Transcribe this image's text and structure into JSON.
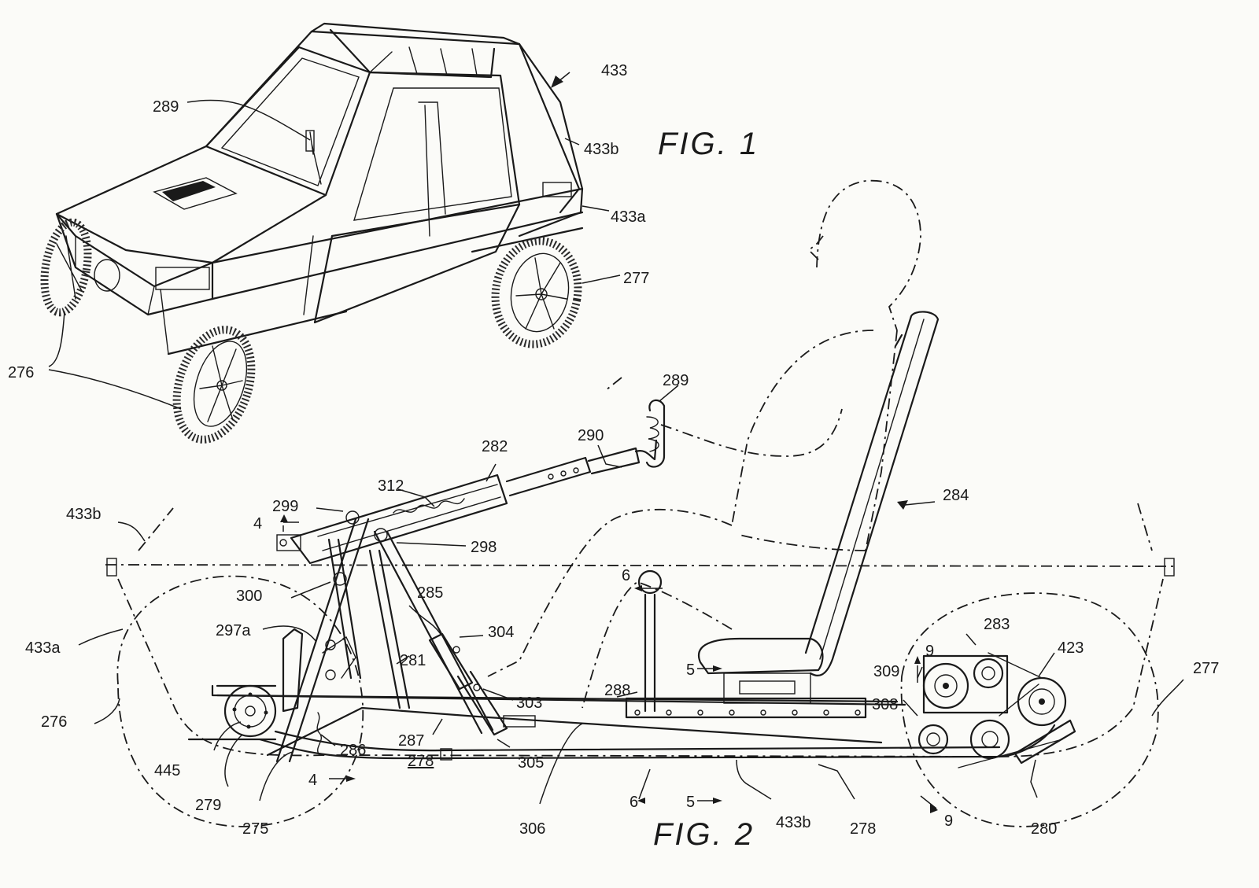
{
  "figures": {
    "fig1": "FIG. 1",
    "fig2": "FIG. 2"
  },
  "labels": {
    "r433": "433",
    "r289a": "289",
    "r433b_fig1": "433b",
    "r433a_fig1": "433a",
    "r277_fig1": "277",
    "r276_fig1": "276",
    "r289b": "289",
    "r290": "290",
    "r282": "282",
    "r312": "312",
    "r284": "284",
    "r299": "299",
    "r4_top": "4",
    "r298": "298",
    "r433b_left": "433b",
    "r6_top": "6",
    "r300": "300",
    "r285": "285",
    "r297a": "297a",
    "r304": "304",
    "r433a_left": "433a",
    "r281": "281",
    "r288": "288",
    "r303": "303",
    "r276_fig2": "276",
    "r5_top": "5",
    "r283": "283",
    "r423": "423",
    "r9_top": "9",
    "r309": "309",
    "r308": "308",
    "r277_fig2": "277",
    "r445": "445",
    "r286": "286",
    "r287": "287",
    "r278a": "278",
    "r305": "305",
    "r279": "279",
    "r4_bot": "4",
    "r275": "275",
    "r306": "306",
    "r6_bot": "6",
    "r5_bot": "5",
    "r433b_bot": "433b",
    "r278b": "278",
    "r9_bot": "9",
    "r280": "280"
  }
}
